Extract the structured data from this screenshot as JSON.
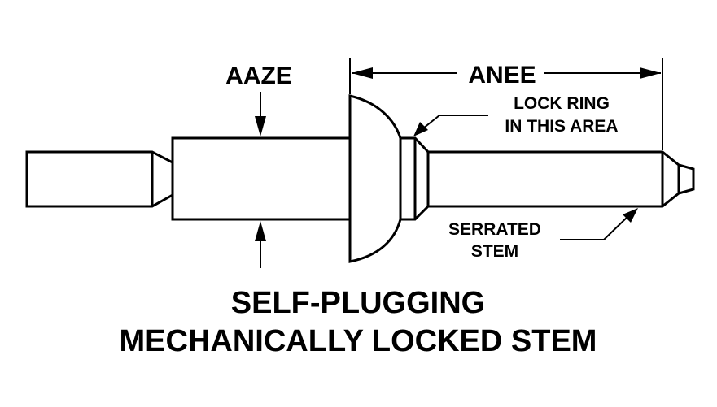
{
  "labels": {
    "dim_aaze": "AAZE",
    "dim_anee": "ANEE",
    "lock_ring_line1": "LOCK RING",
    "lock_ring_line2": "IN THIS AREA",
    "serrated_line1": "SERRATED",
    "serrated_line2": "STEM"
  },
  "title": {
    "line1": "SELF-PLUGGING",
    "line2": "MECHANICALLY LOCKED STEM"
  },
  "colors": {
    "ink": "#000000",
    "background": "#ffffff"
  }
}
